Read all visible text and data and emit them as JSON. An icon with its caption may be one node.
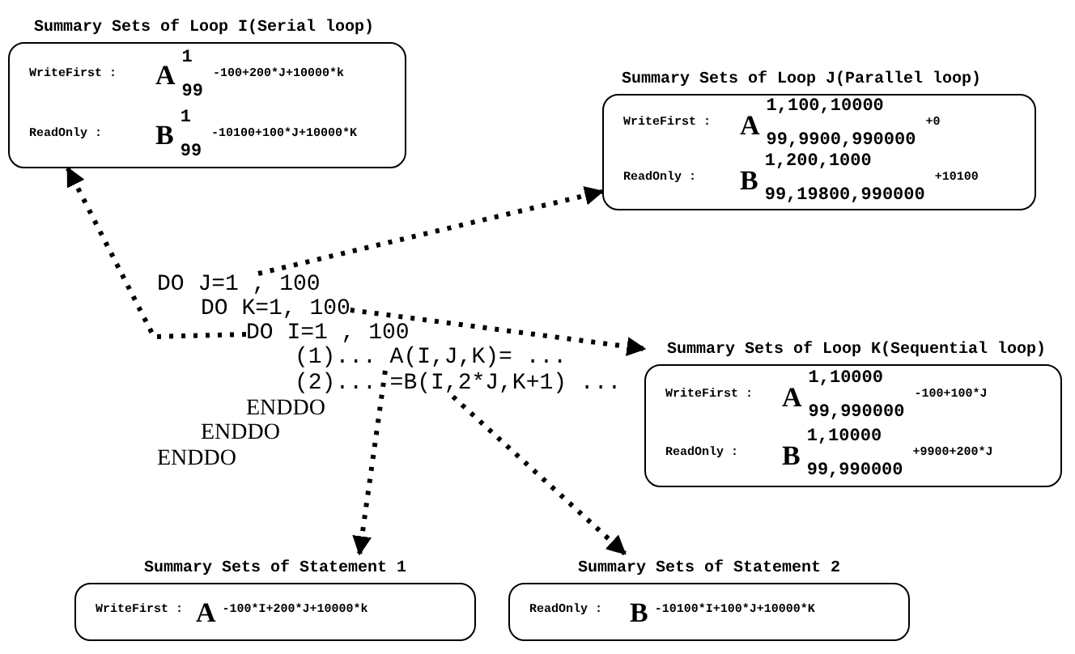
{
  "diagram": {
    "nodes": [
      {
        "text": [
          "Summary Sets of Loop I(Serial loop)",
          "WriteFirst :",
          "A",
          "1",
          "99",
          "-100+200*J+10000*k",
          "ReadOnly :",
          "B",
          "1",
          "99",
          "-10100+100*J+10000*K"
        ]
      },
      {
        "text": [
          "Summary Sets of Loop J(Parallel loop)",
          "WriteFirst :",
          "A",
          "1,100,10000",
          "99,9900,990000",
          "+0",
          "ReadOnly :",
          "B",
          "1,200,1000",
          "99,19800,990000",
          "+10100"
        ]
      },
      {
        "text": [
          "DO J=1 , 100"
        ]
      },
      {
        "text": [
          "DO K=1, 100"
        ]
      },
      {
        "text": [
          "DO I=1 , 100"
        ]
      },
      {
        "text": [
          "(1)... A(I,J,K)= ..."
        ]
      },
      {
        "text": [
          "(2)... =B(I,2*J,K+1) ..."
        ]
      },
      {
        "text": [
          "Summary Sets of Loop K(Sequential loop)",
          "WriteFirst :",
          "A",
          "1,10000",
          "99,990000",
          "-100+100*J",
          "ReadOnly :",
          "B",
          "1,10000",
          "99,990000",
          "+9900+200*J"
        ]
      },
      {
        "text": [
          "Summary Sets of Statement 1",
          "WriteFirst :",
          "A",
          "-100*I+200*J+10000*k"
        ]
      },
      {
        "text": [
          "Summary Sets of Statement 2",
          "ReadOnly :",
          "B",
          "-10100*I+100*J+10000*K"
        ]
      }
    ],
    "edges": [
      {
        "from": 2,
        "to": 1,
        "arrow": "to",
        "style": "dashed"
      },
      {
        "from": 4,
        "to": 0,
        "arrow": "to",
        "style": "dashed"
      },
      {
        "from": 3,
        "to": 7,
        "arrow": "to",
        "style": "dashed"
      },
      {
        "from": 5,
        "to": 8,
        "arrow": "to",
        "style": "dashed"
      },
      {
        "from": 6,
        "to": 9,
        "arrow": "to",
        "style": "dashed"
      }
    ],
    "labels": [
      "ENDDO",
      "ENDDO",
      "ENDDO"
    ]
  }
}
